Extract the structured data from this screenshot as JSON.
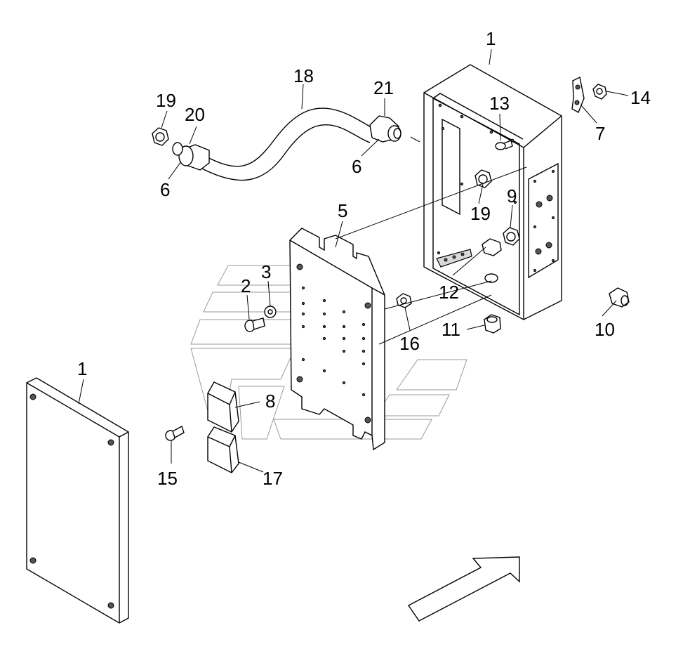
{
  "diagram": {
    "callouts": [
      {
        "id": "c1a",
        "text": "1"
      },
      {
        "id": "c1b",
        "text": "1"
      },
      {
        "id": "c2",
        "text": "2"
      },
      {
        "id": "c3",
        "text": "3"
      },
      {
        "id": "c5",
        "text": "5"
      },
      {
        "id": "c6a",
        "text": "6"
      },
      {
        "id": "c6b",
        "text": "6"
      },
      {
        "id": "c7",
        "text": "7"
      },
      {
        "id": "c8",
        "text": "8"
      },
      {
        "id": "c9",
        "text": "9"
      },
      {
        "id": "c10",
        "text": "10"
      },
      {
        "id": "c11",
        "text": "11"
      },
      {
        "id": "c12",
        "text": "12"
      },
      {
        "id": "c13",
        "text": "13"
      },
      {
        "id": "c14",
        "text": "14"
      },
      {
        "id": "c15",
        "text": "15"
      },
      {
        "id": "c16",
        "text": "16"
      },
      {
        "id": "c17",
        "text": "17"
      },
      {
        "id": "c18",
        "text": "18"
      },
      {
        "id": "c19a",
        "text": "19"
      },
      {
        "id": "c19b",
        "text": "19"
      },
      {
        "id": "c20",
        "text": "20"
      },
      {
        "id": "c21",
        "text": "21"
      }
    ]
  }
}
